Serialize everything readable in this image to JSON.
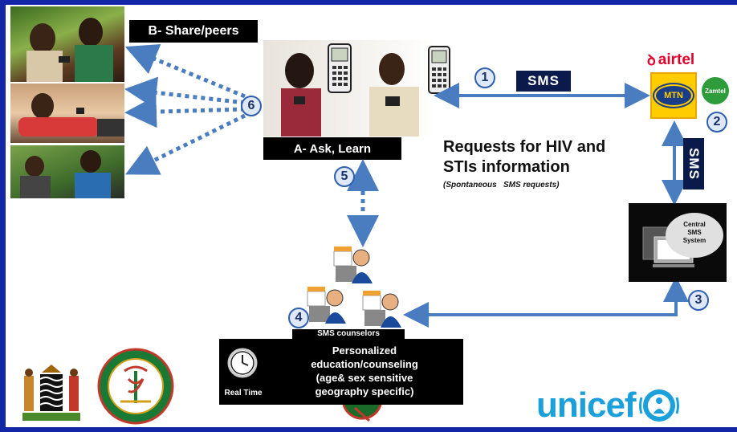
{
  "share_peers_label": "B- Share/peers",
  "ask_learn_label": "A- Ask, Learn",
  "sms_tag_top": "SMS",
  "sms_tag_right": "SMS",
  "steps": [
    "1",
    "2",
    "3",
    "4",
    "5",
    "6"
  ],
  "requests_title_line1": "Requests for HIV and",
  "requests_title_line2": "STIs information",
  "requests_subtitle": "(Spontaneous   SMS requests)",
  "operators": {
    "airtel": "airtel",
    "mtn": "MTN",
    "zamtel": "Zamtel"
  },
  "central_system_label": [
    "Central",
    "SMS",
    "System"
  ],
  "counselors_label": "SMS counselors",
  "counseling_lines": [
    "Personalized",
    "education/counseling",
    "(age& sex  sensitive",
    "geography  specific)"
  ],
  "real_time_label": "Real Time",
  "unicef_label": "unicef",
  "colors": {
    "arrow": "#4a7cc0",
    "frame": "#1326a8",
    "unicef": "#1ca0dc",
    "mtn_yellow": "#ffcc00"
  }
}
